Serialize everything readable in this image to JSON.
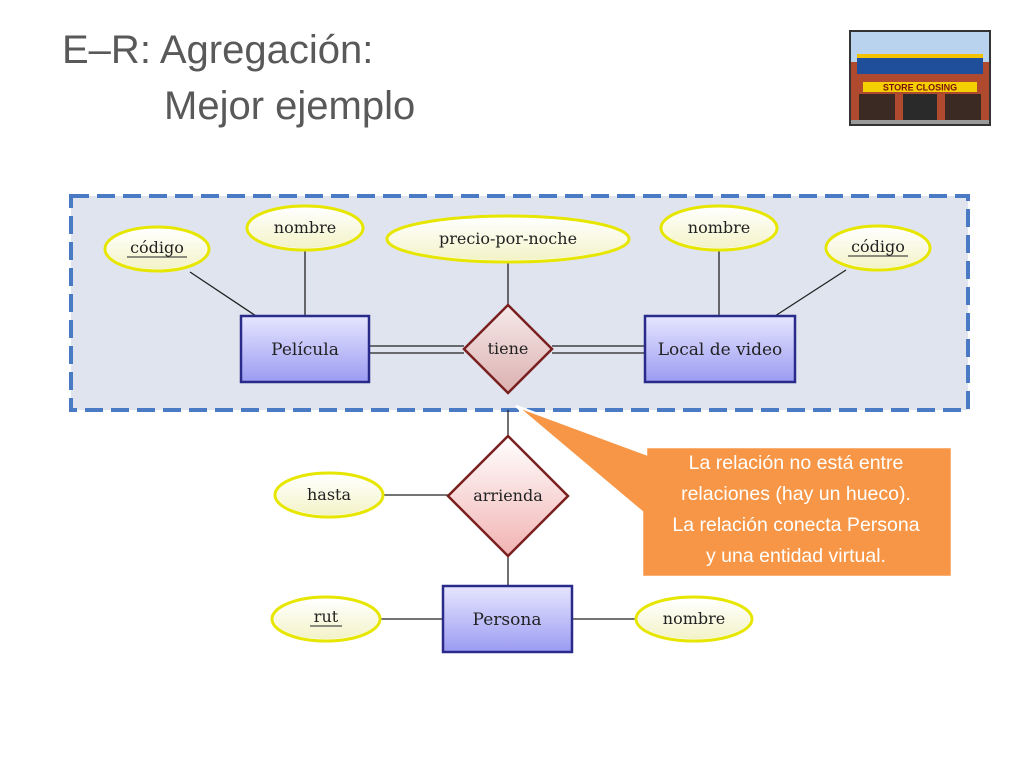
{
  "slide": {
    "title_line1": "E–R: Agregación:",
    "title_line2": "Mejor ejemplo"
  },
  "photo": {
    "sign_text": "STORE CLOSING"
  },
  "diagram": {
    "aggregation": {
      "entities": {
        "pelicula": "Película",
        "local": "Local de video"
      },
      "relationship": "tiene",
      "attributes": {
        "codigo_pelicula": "código",
        "nombre_pelicula": "nombre",
        "precio": "precio-por-noche",
        "nombre_local": "nombre",
        "codigo_local": "código"
      }
    },
    "outer": {
      "relationship": "arrienda",
      "entity": "Persona",
      "attributes": {
        "hasta": "hasta",
        "rut": "rut",
        "nombre": "nombre"
      }
    }
  },
  "callout": {
    "lines": [
      "La relación no está entre",
      "relaciones (hay un hueco).",
      "La relación conecta Persona",
      "y una entidad virtual."
    ],
    "color": "#f79646"
  }
}
